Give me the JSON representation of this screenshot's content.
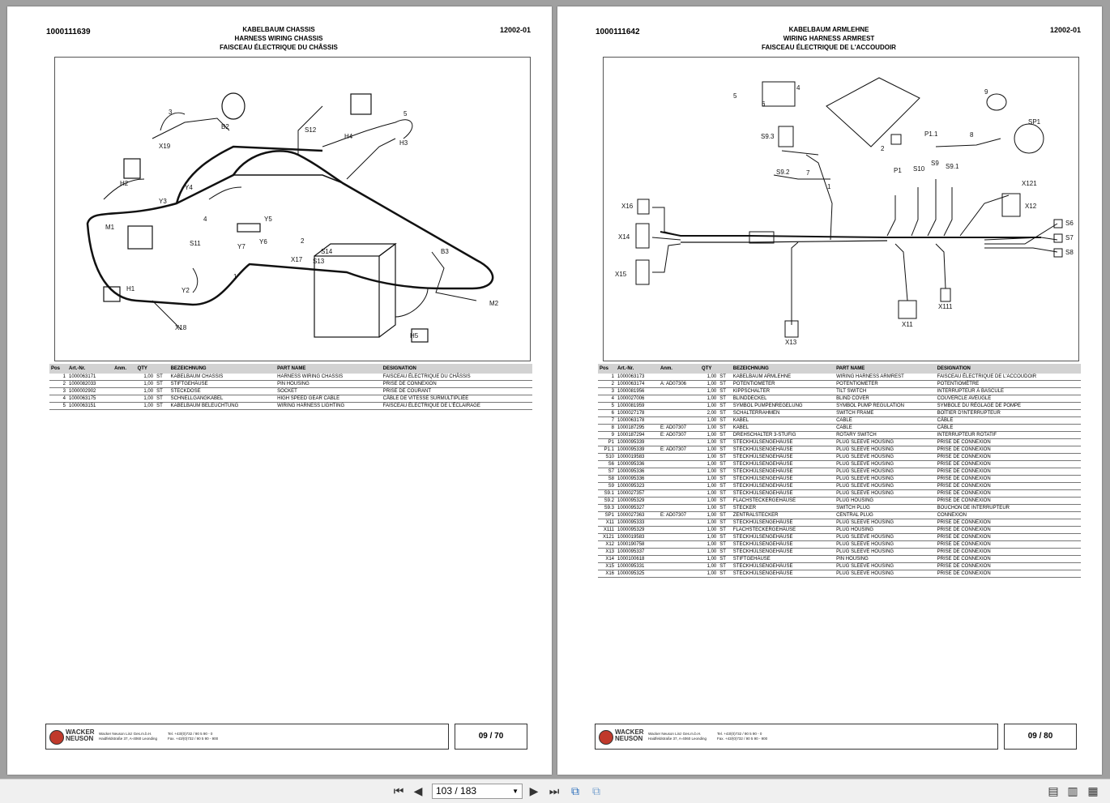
{
  "pages": [
    {
      "number": "1000111639",
      "title_de": "KABELBAUM CHASSIS",
      "title_en": "HARNESS WIRING CHASSIS",
      "title_fr": "FAISCEAU ÉLECTRIQUE DU CHÂSSIS",
      "code": "12002-01",
      "diagram_labels": [
        "3",
        "B2",
        "S12",
        "5",
        "X19",
        "H4",
        "H3",
        "H2",
        "Y4",
        "Y3",
        "4",
        "Y5",
        "M1",
        "S11",
        "Y7",
        "Y6",
        "2",
        "X17",
        "S14",
        "B3",
        "S13",
        "1",
        "H1",
        "Y2",
        "M2",
        "X18",
        "H5"
      ],
      "table_headers": [
        "Pos",
        "Art.-Nr.",
        "Anm.",
        "QTY",
        "BEZEICHNUNG",
        "PART NAME",
        "DESIGNATION"
      ],
      "rows": [
        [
          "1",
          "1000063171",
          "",
          "1,00",
          "ST",
          "KABELBAUM CHASSIS",
          "HARNESS WIRING CHASSIS",
          "FAISCEAU ÉLECTRIQUE DU CHÂSSIS"
        ],
        [
          "2",
          "1000082033",
          "",
          "1,00",
          "ST",
          "STIFTGEHÄUSE",
          "PIN HOUSING",
          "PRISE DE CONNEXION"
        ],
        [
          "3",
          "1000002902",
          "",
          "1,00",
          "ST",
          "STECKDOSE",
          "SOCKET",
          "PRISE DE COURANT"
        ],
        [
          "4",
          "1000063175",
          "",
          "1,00",
          "ST",
          "SCHNELLGANGKABEL",
          "HIGH SPEED GEAR CABLE",
          "CÂBLE DE VITESSE SURMULTIPLIÉE"
        ],
        [
          "5",
          "1000063151",
          "",
          "1,00",
          "ST",
          "KABELBAUM BELEUCHTUNG",
          "WIRING HARNESS LIGHTING",
          "FAISCEAU ÉLECTRIQUE DE L'ÉCLAIRAGE"
        ]
      ],
      "footer": {
        "logo_line1": "WACKER",
        "logo_line2": "NEUSON",
        "address_line1": "Wacker Neuson Linz  Ges.m.b.H.",
        "address_line2": "Haidfeldstraße 37, A-4060 Leonding",
        "phone_line1": "Tel. +43/(0)732 / 90 5 90 - 0",
        "phone_line2": "Fax. +43/(0)732 / 90 5 90 - 900",
        "page": "09 / 70"
      }
    },
    {
      "number": "1000111642",
      "title_de": "KABELBAUM ARMLEHNE",
      "title_en": "WIRING HARNESS ARMREST",
      "title_fr": "FAISCEAU ÉLECTRIQUE DE L'ACCOUDOIR",
      "code": "12002-01",
      "diagram_labels": [
        "5",
        "4",
        "6",
        "9",
        "S9.3",
        "P1.1",
        "8",
        "SP1",
        "2",
        "S9.2",
        "7",
        "P1",
        "S10",
        "S9",
        "S9.1",
        "X121",
        "1",
        "X16",
        "X12",
        "S6",
        "X14",
        "S7",
        "S8",
        "X15",
        "X111",
        "X11",
        "X13"
      ],
      "table_headers": [
        "Pos",
        "Art.-Nr.",
        "Anm.",
        "QTY",
        "BEZEICHNUNG",
        "PART NAME",
        "DESIGNATION"
      ],
      "rows": [
        [
          "1",
          "1000063173",
          "",
          "1,00",
          "ST",
          "KABELBAUM ARMLEHNE",
          "WIRING HARNESS ARMREST",
          "FAISCEAU ÉLECTRIQUE DE L'ACCOUDOIR"
        ],
        [
          "2",
          "1000063174",
          "A: AD07306",
          "1,00",
          "ST",
          "POTENTIOMETER",
          "POTENTIOMETER",
          "POTENTIOMÈTRE"
        ],
        [
          "3",
          "1000081956",
          "",
          "1,00",
          "ST",
          "KIPPSCHALTER",
          "TILT SWITCH",
          "INTERRUPTEUR À BASCULE"
        ],
        [
          "4",
          "1000027006",
          "",
          "1,00",
          "ST",
          "BLINDDECKEL",
          "BLIND COVER",
          "COUVERCLE AVEUGLE"
        ],
        [
          "5",
          "1000081959",
          "",
          "1,00",
          "ST",
          "SYMBOL PUMPENREGELUNG",
          "SYMBOL PUMP REGULATION",
          "SYMBOLE DU RÉGLAGE DE POMPE"
        ],
        [
          "6",
          "1000027178",
          "",
          "2,00",
          "ST",
          "SCHALTERRAHMEN",
          "SWITCH FRAME",
          "BOÎTIER D'INTERRUPTEUR"
        ],
        [
          "7",
          "1000063178",
          "",
          "1,00",
          "ST",
          "KABEL",
          "CABLE",
          "CÂBLE"
        ],
        [
          "8",
          "1000187295",
          "E: AD07307",
          "1,00",
          "ST",
          "KABEL",
          "CABLE",
          "CÂBLE"
        ],
        [
          "9",
          "1000187294",
          "E: AD07307",
          "1,00",
          "ST",
          "DREHSCHALTER 3-STUFIG",
          "ROTARY SWITCH",
          "INTERRUPTEUR ROTATIF"
        ],
        [
          "P1",
          "1000095339",
          "",
          "1,00",
          "ST",
          "STECKHÜLSENGEHÄUSE",
          "PLUG SLEEVE HOUSING",
          "PRISE DE CONNEXION"
        ],
        [
          "P1.1",
          "1000095339",
          "E: AD07307",
          "1,00",
          "ST",
          "STECKHÜLSENGEHÄUSE",
          "PLUG SLEEVE HOUSING",
          "PRISE DE CONNEXION"
        ],
        [
          "S10",
          "1000019583",
          "",
          "1,00",
          "ST",
          "STECKHÜLSENGEHÄUSE",
          "PLUG SLEEVE HOUSING",
          "PRISE DE CONNEXION"
        ],
        [
          "S6",
          "1000095336",
          "",
          "1,00",
          "ST",
          "STECKHÜLSENGEHÄUSE",
          "PLUG SLEEVE HOUSING",
          "PRISE DE CONNEXION"
        ],
        [
          "S7",
          "1000095336",
          "",
          "1,00",
          "ST",
          "STECKHÜLSENGEHÄUSE",
          "PLUG SLEEVE HOUSING",
          "PRISE DE CONNEXION"
        ],
        [
          "S8",
          "1000095336",
          "",
          "1,00",
          "ST",
          "STECKHÜLSENGEHÄUSE",
          "PLUG SLEEVE HOUSING",
          "PRISE DE CONNEXION"
        ],
        [
          "S9",
          "1000095323",
          "",
          "1,00",
          "ST",
          "STECKHÜLSENGEHÄUSE",
          "PLUG SLEEVE HOUSING",
          "PRISE DE CONNEXION"
        ],
        [
          "S9.1",
          "1000027357",
          "",
          "1,00",
          "ST",
          "STECKHÜLSENGEHÄUSE",
          "PLUG SLEEVE HOUSING",
          "PRISE DE CONNEXION"
        ],
        [
          "S9.2",
          "1000095329",
          "",
          "1,00",
          "ST",
          "FLACHSTECKERGEHÄUSE",
          "PLUG HOUSING",
          "PRISE DE CONNEXION"
        ],
        [
          "S9.3",
          "1000095327",
          "",
          "1,00",
          "ST",
          "STECKER",
          "SWITCH PLUG",
          "BOUCHON DE INTERRUPTEUR"
        ],
        [
          "SP1",
          "1000027363",
          "E: AD07307",
          "1,00",
          "ST",
          "ZENTRALSTECKER",
          "CENTRAL PLUG",
          "CONNEXION"
        ],
        [
          "X11",
          "1000095333",
          "",
          "1,00",
          "ST",
          "STECKHÜLSENGEHÄUSE",
          "PLUG SLEEVE HOUSING",
          "PRISE DE CONNEXION"
        ],
        [
          "X111",
          "1000095329",
          "",
          "1,00",
          "ST",
          "FLACHSTECKERGEHÄUSE",
          "PLUG HOUSING",
          "PRISE DE CONNEXION"
        ],
        [
          "X121",
          "1000019583",
          "",
          "1,00",
          "ST",
          "STECKHÜLSENGEHÄUSE",
          "PLUG SLEEVE HOUSING",
          "PRISE DE CONNEXION"
        ],
        [
          "X12",
          "1000190758",
          "",
          "1,00",
          "ST",
          "STECKHÜLSENGEHÄUSE",
          "PLUG SLEEVE HOUSING",
          "PRISE DE CONNEXION"
        ],
        [
          "X13",
          "1000095337",
          "",
          "1,00",
          "ST",
          "STECKHÜLSENGEHÄUSE",
          "PLUG SLEEVE HOUSING",
          "PRISE DE CONNEXION"
        ],
        [
          "X14",
          "1000100618",
          "",
          "1,00",
          "ST",
          "STIFTGEHÄUSE",
          "PIN HOUSING",
          "PRISE DE CONNEXION"
        ],
        [
          "X15",
          "1000095331",
          "",
          "1,00",
          "ST",
          "STECKHÜLSENGEHÄUSE",
          "PLUG SLEEVE HOUSING",
          "PRISE DE CONNEXION"
        ],
        [
          "X16",
          "1000095325",
          "",
          "1,00",
          "ST",
          "STECKHÜLSENGEHÄUSE",
          "PLUG SLEEVE HOUSING",
          "PRISE DE CONNEXION"
        ]
      ],
      "footer": {
        "logo_line1": "WACKER",
        "logo_line2": "NEUSON",
        "address_line1": "Wacker Neuson Linz  Ges.m.b.H.",
        "address_line2": "Haidfeldstraße 37, A-4060 Leonding",
        "phone_line1": "Tel. +43/(0)732 / 90 5 90 - 0",
        "phone_line2": "Fax. +43/(0)732 / 90 5 90 - 900",
        "page": "09 / 80"
      }
    }
  ],
  "toolbar": {
    "page_indicator": "103 / 183",
    "icons": [
      "first-page-icon",
      "prev-page-icon",
      "next-page-icon",
      "last-page-icon",
      "rotate-icon",
      "copy-icon",
      "single-page-view-icon",
      "facing-page-view-icon",
      "continuous-view-icon"
    ]
  }
}
